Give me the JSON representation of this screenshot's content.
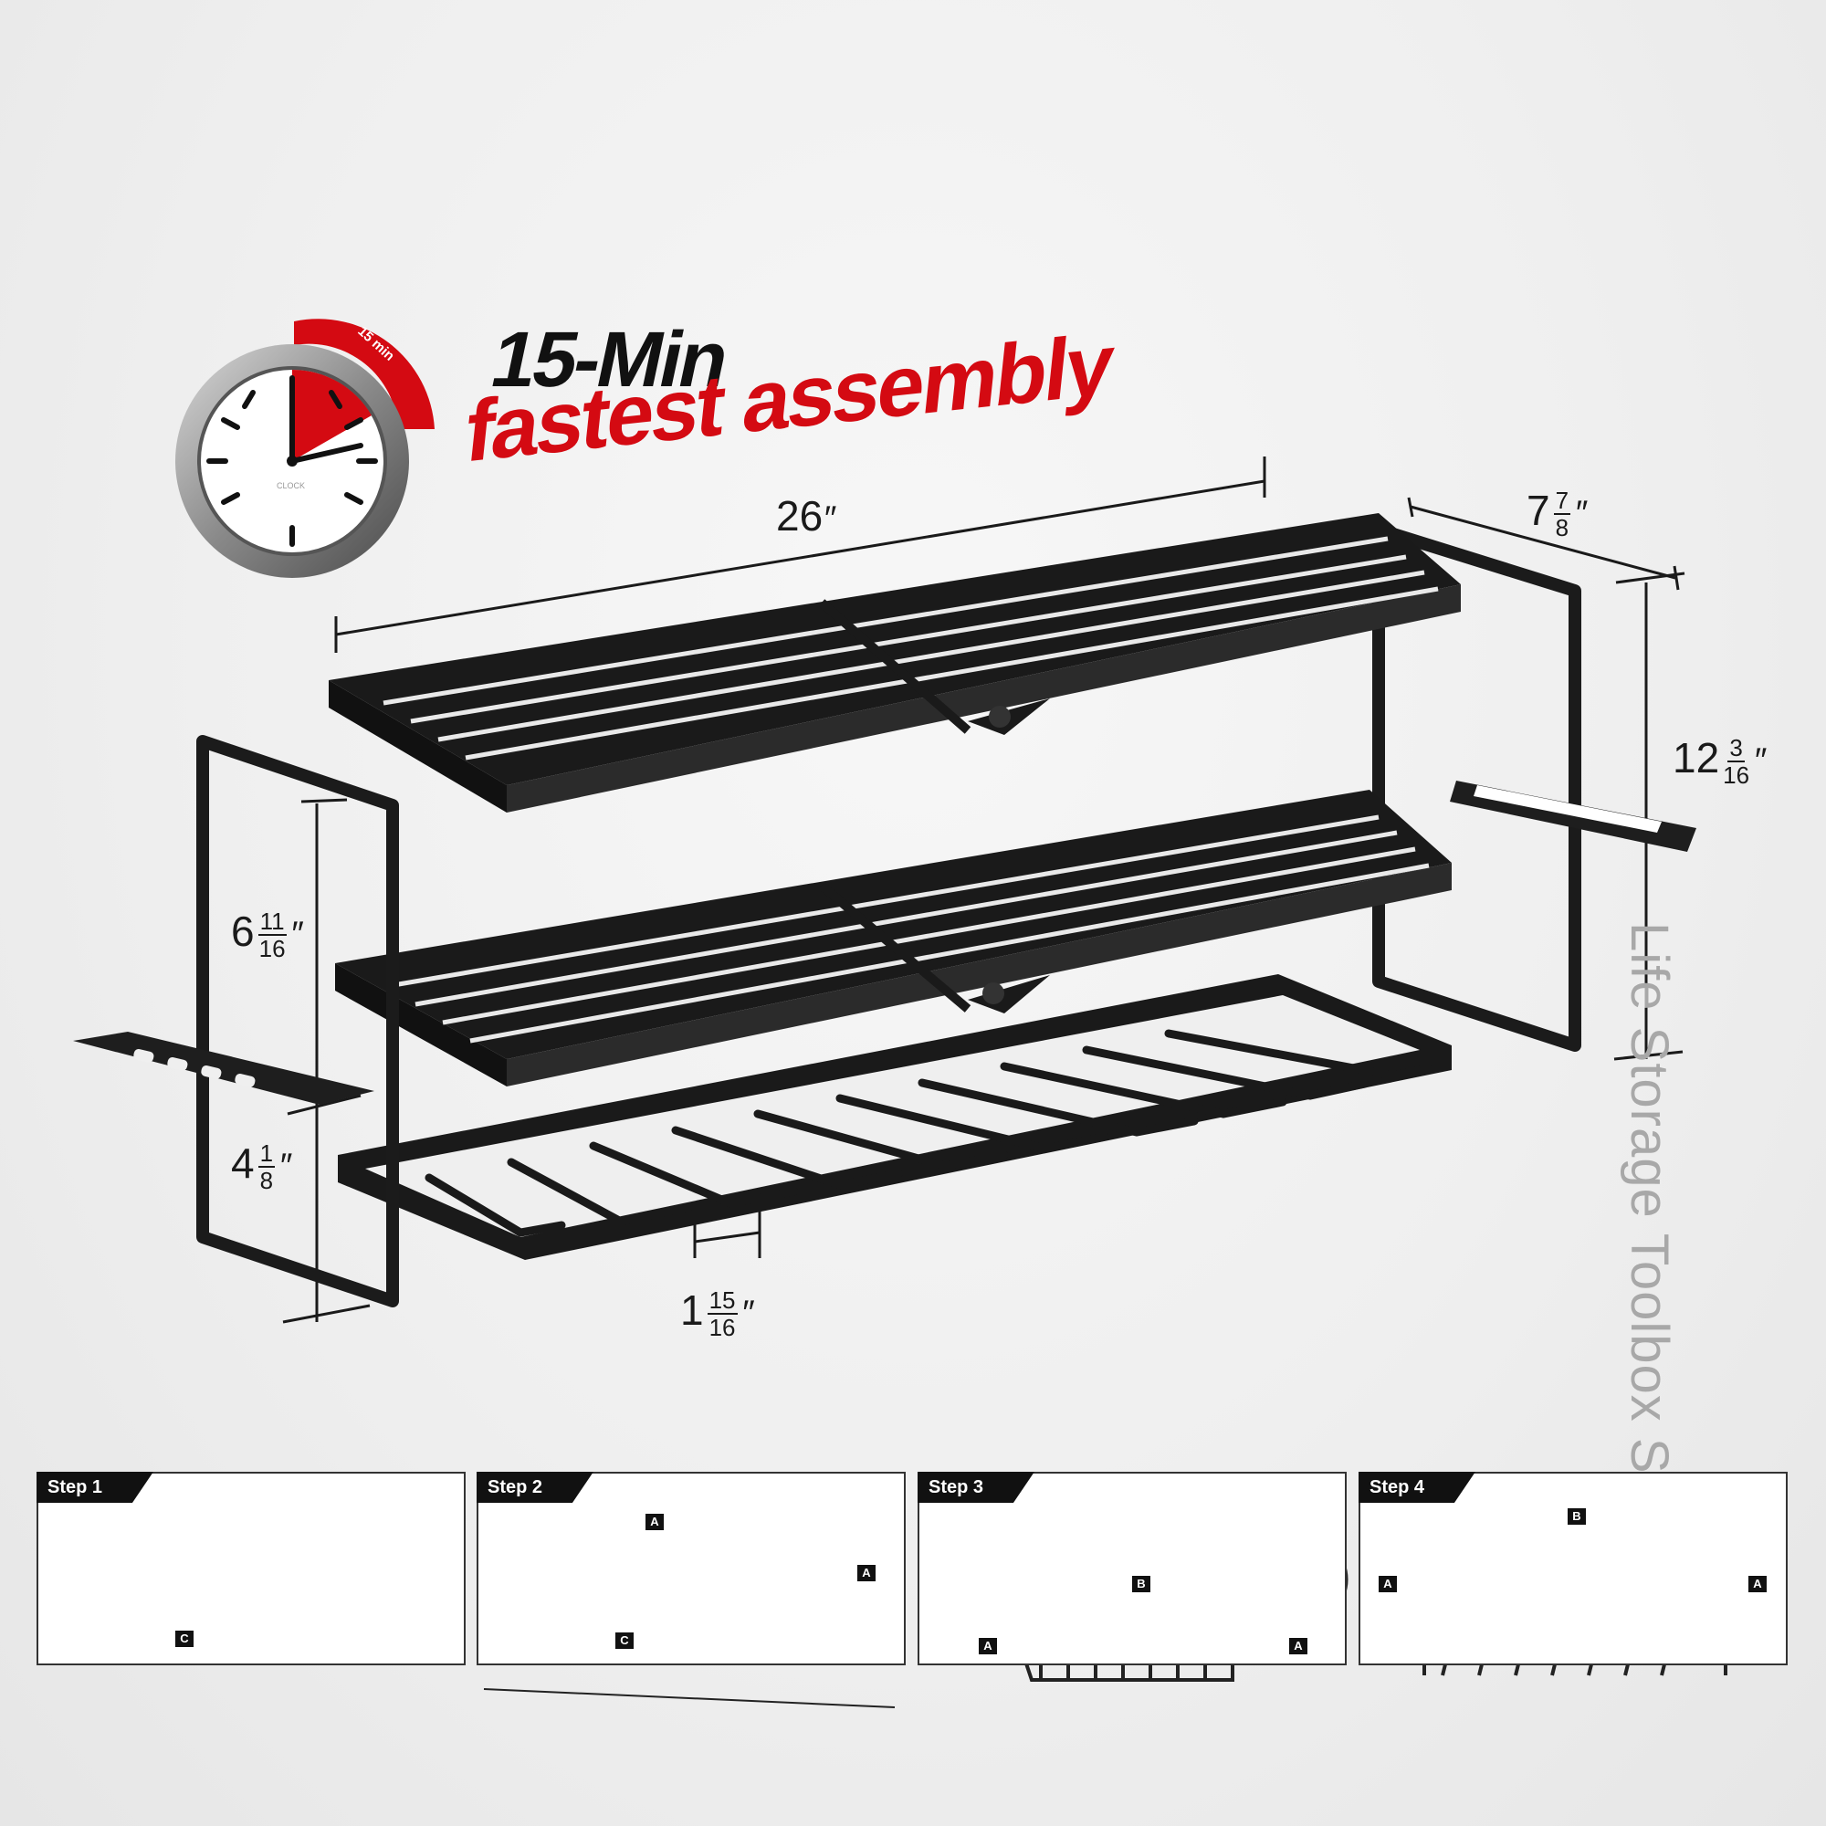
{
  "headline": {
    "line1": "15-Min",
    "line2": "fastest assembly"
  },
  "clock": {
    "badge": "15 min",
    "face_label": "CLOCK",
    "accent_color": "#d40a12",
    "icon": "stopwatch-icon"
  },
  "dimensions": {
    "width": {
      "whole": "26",
      "unit": "″"
    },
    "depth": {
      "whole": "7",
      "num": "7",
      "den": "8",
      "unit": "″"
    },
    "height": {
      "whole": "12",
      "num": "3",
      "den": "16",
      "unit": "″"
    },
    "upper_gap": {
      "whole": "6",
      "num": "11",
      "den": "16",
      "unit": "″"
    },
    "lower_gap": {
      "whole": "4",
      "num": "1",
      "den": "8",
      "unit": "″"
    },
    "slot_width": {
      "whole": "1",
      "num": "15",
      "den": "16",
      "unit": "″"
    }
  },
  "watermark": "Life Storage Toolbox Store",
  "steps": [
    {
      "label": "Step 1",
      "parts": [
        "C"
      ]
    },
    {
      "label": "Step 2",
      "parts": [
        "A",
        "A",
        "C"
      ]
    },
    {
      "label": "Step 3",
      "parts": [
        "B",
        "A",
        "A"
      ]
    },
    {
      "label": "Step 4",
      "parts": [
        "B",
        "A",
        "A"
      ]
    }
  ],
  "colors": {
    "frame": "#1b1b1b",
    "headline_red": "#d40a12",
    "headline_black": "#111111"
  }
}
